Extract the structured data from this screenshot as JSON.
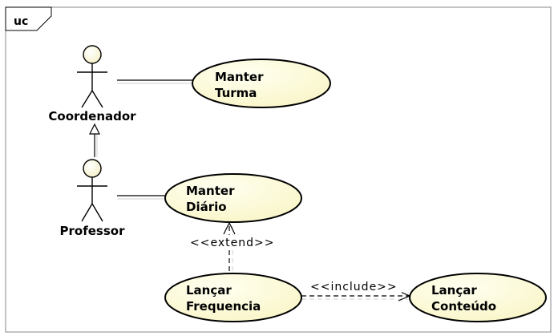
{
  "frame": {
    "label": "uc"
  },
  "actors": {
    "coordenador": {
      "label": "Coordenador"
    },
    "professor": {
      "label": "Professor"
    }
  },
  "use_cases": {
    "manter_turma": {
      "line1": "Manter",
      "line2": "Turma"
    },
    "manter_diario": {
      "line1": "Manter",
      "line2": "Diário"
    },
    "lancar_frequencia": {
      "line1": "Lançar",
      "line2": "Frequencia"
    },
    "lancar_conteudo": {
      "line1": "Lançar",
      "line2": "Conteúdo"
    }
  },
  "relations": {
    "extend": "<<extend>>",
    "include": "<<include>>"
  },
  "colors": {
    "use_case_fill": "#fdfbd6",
    "stroke": "#000000",
    "frame_stroke": "#8a8a8a"
  }
}
